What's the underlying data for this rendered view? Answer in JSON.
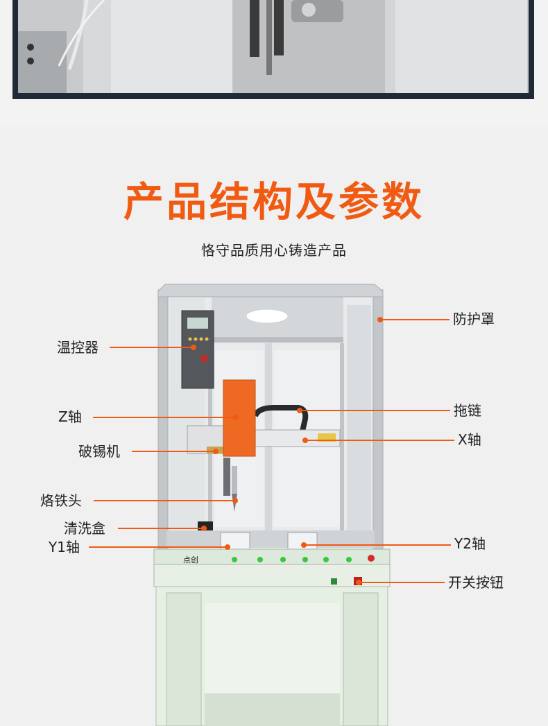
{
  "header": {
    "title": "产品结构及参数",
    "subtitle": "恪守品质用心铸造产品"
  },
  "machine": {
    "brand_logo": "点创"
  },
  "callouts": {
    "protective_cover": "防护罩",
    "temp_controller": "温控器",
    "z_axis": "Z轴",
    "drag_chain": "拖链",
    "x_axis": "X轴",
    "tin_breaker": "破锡机",
    "soldering_tip": "烙铁头",
    "cleaning_box": "清洗盒",
    "y1_axis": "Y1轴",
    "y2_axis": "Y2轴",
    "power_switch": "开关按钮"
  },
  "colors": {
    "accent": "#f05a12",
    "frame": "#c9ccd0",
    "base": "#dfeadd",
    "z_carriage": "#ee6a22"
  }
}
